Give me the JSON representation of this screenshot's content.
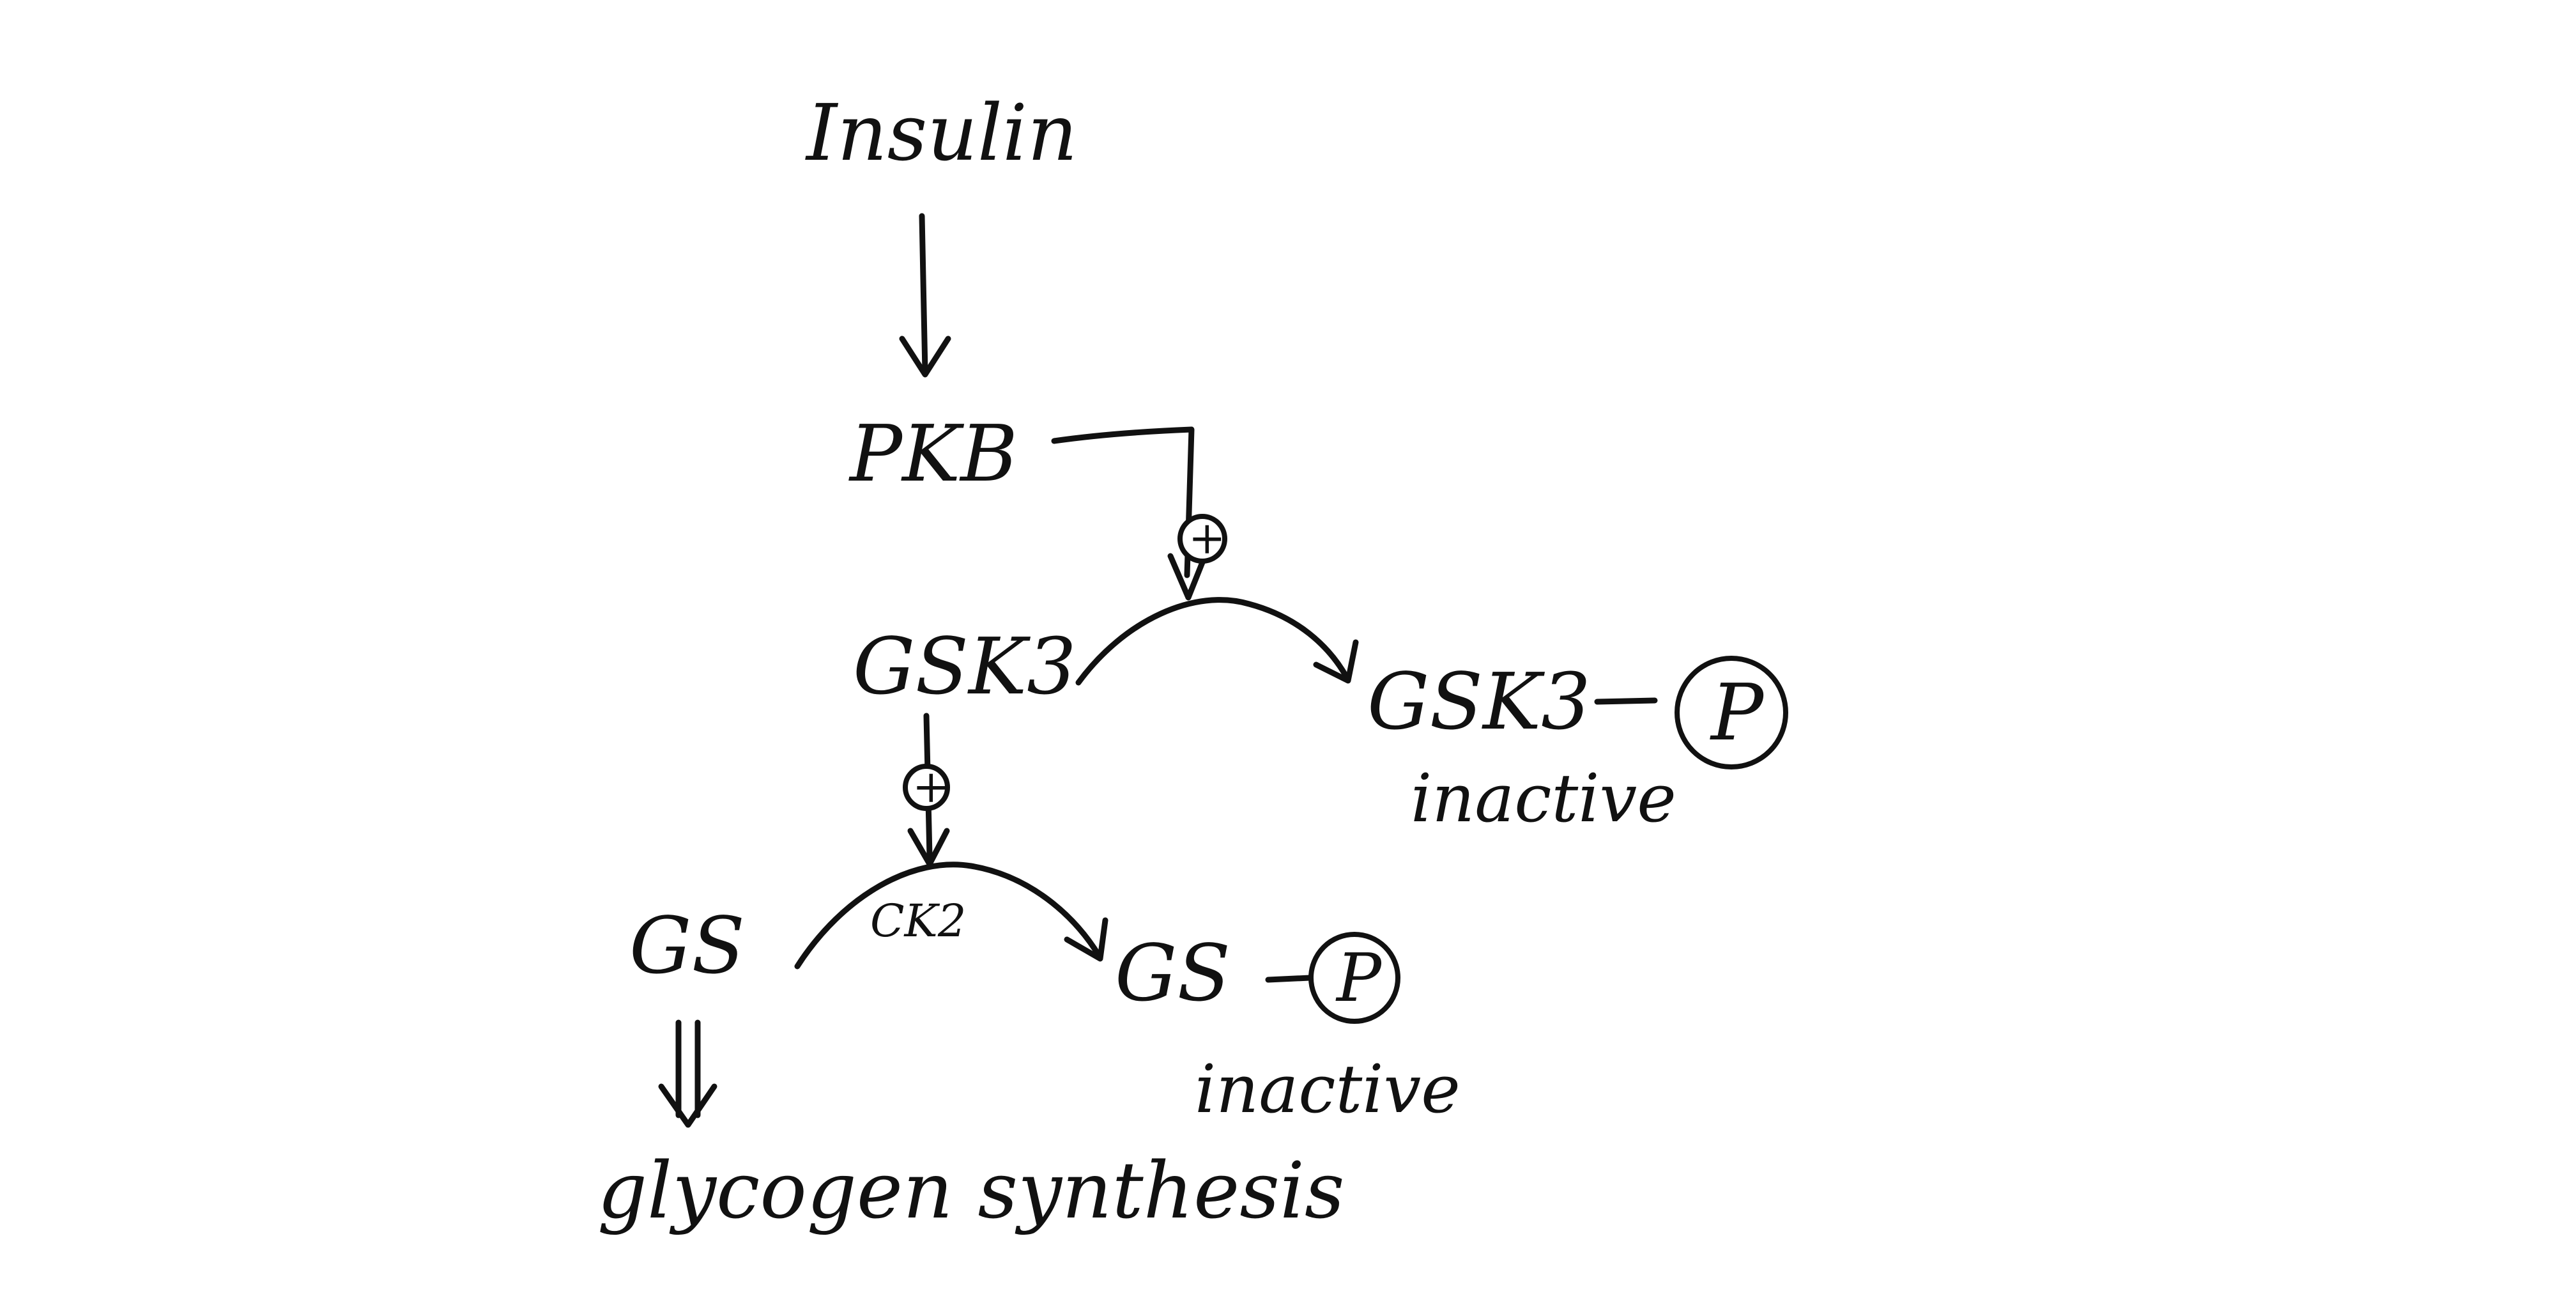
{
  "diagram": {
    "nodes": {
      "insulin": "Insulin",
      "pkb": "PKB",
      "gsk3": "GSK3",
      "gsk3_p": "GSK3",
      "gsk3_p_state": "inactive",
      "gs": "GS",
      "ck2": "CK2",
      "gs_p": "GS",
      "gs_p_state": "inactive",
      "glycogen": "glycogen synthesis"
    },
    "symbols": {
      "phosphate": "P",
      "plus": "+"
    }
  }
}
